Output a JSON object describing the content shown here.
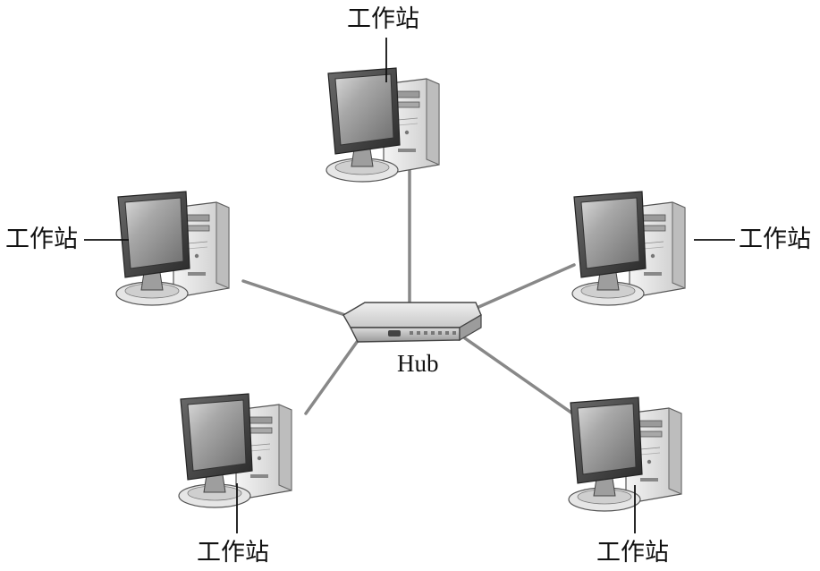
{
  "hub": {
    "label": "Hub"
  },
  "workstations": [
    {
      "label": "工作站"
    },
    {
      "label": "工作站"
    },
    {
      "label": "工作站"
    },
    {
      "label": "工作站"
    },
    {
      "label": "工作站"
    }
  ]
}
